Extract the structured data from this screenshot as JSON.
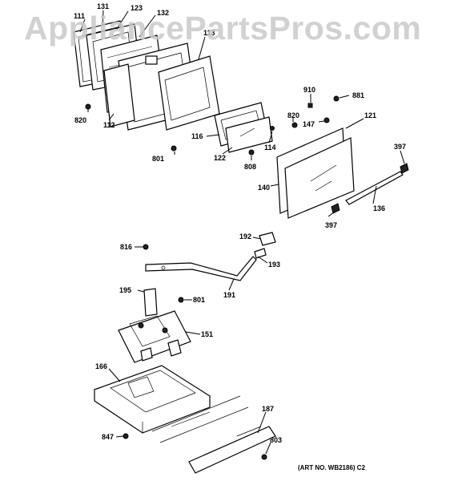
{
  "watermark": "AppliancePartsPros.com",
  "labels": {
    "l111": "111",
    "l131": "131",
    "l123": "123",
    "l132": "132",
    "l113": "113",
    "l820a": "820",
    "l112": "112",
    "l116": "116",
    "l122": "122",
    "l808": "808",
    "l801a": "801",
    "l114": "114",
    "l820b": "820",
    "l910": "910",
    "l881": "881",
    "l147": "147",
    "l121": "121",
    "l397a": "397",
    "l140": "140",
    "l136": "136",
    "l397b": "397",
    "l816": "816",
    "l192": "192",
    "l193": "193",
    "l191": "191",
    "l195": "195",
    "l801b": "801",
    "l151": "151",
    "l166": "166",
    "l187": "187",
    "l847": "847",
    "l803": "803"
  },
  "art_number": "(ART NO. WB2186) C2",
  "colors": {
    "line": "#000000",
    "watermark": "#c9c9c9",
    "background": "#ffffff"
  }
}
